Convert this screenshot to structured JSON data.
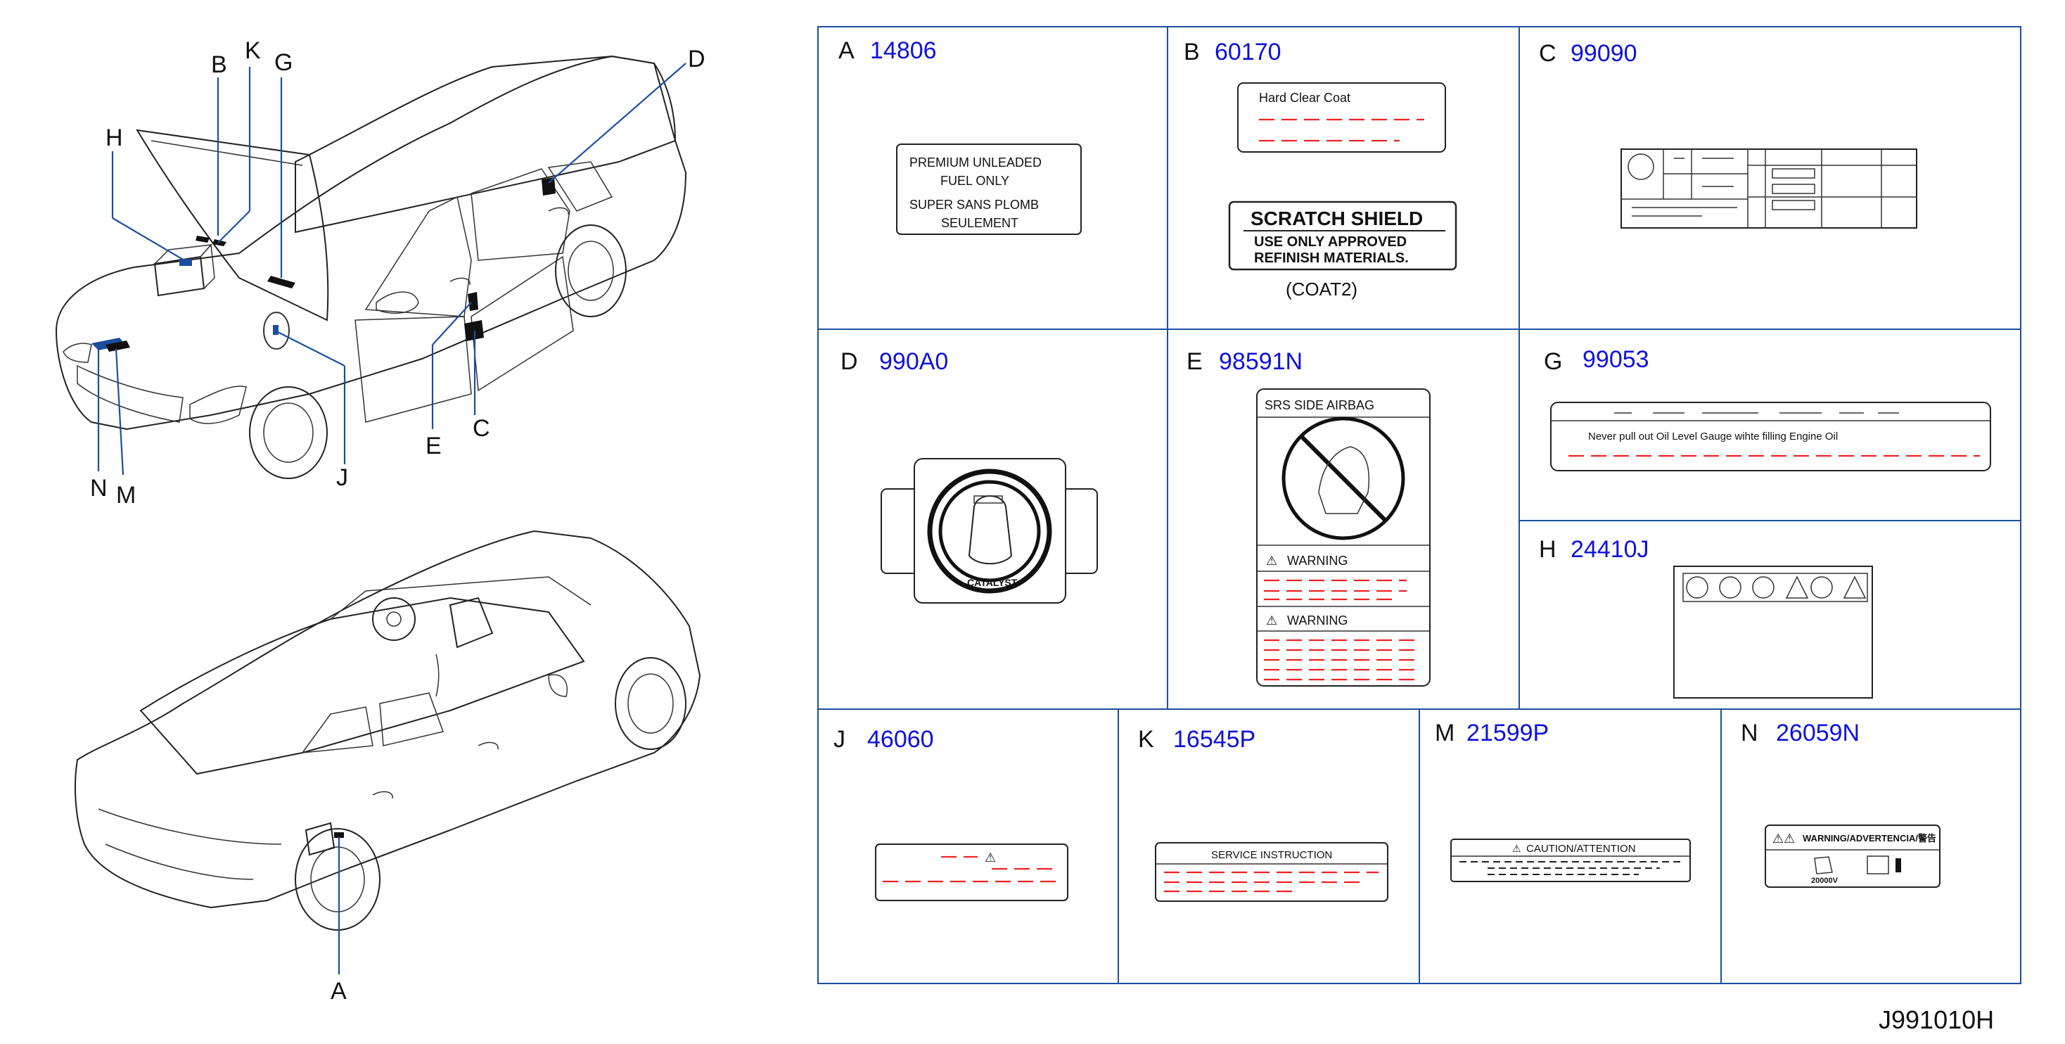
{
  "callouts": {
    "car_top": [
      "B",
      "K",
      "G",
      "D",
      "H",
      "N",
      "M",
      "J",
      "E",
      "C"
    ],
    "car_bottom": [
      "A"
    ]
  },
  "cells": [
    {
      "letter": "A",
      "part": "14806"
    },
    {
      "letter": "B",
      "part": "60170"
    },
    {
      "letter": "C",
      "part": "99090"
    },
    {
      "letter": "D",
      "part": "990A0"
    },
    {
      "letter": "E",
      "part": "98591N"
    },
    {
      "letter": "G",
      "part": "99053"
    },
    {
      "letter": "H",
      "part": "24410J"
    },
    {
      "letter": "J",
      "part": "46060"
    },
    {
      "letter": "K",
      "part": "16545P"
    },
    {
      "letter": "M",
      "part": "21599P"
    },
    {
      "letter": "N",
      "part": "26059N"
    }
  ],
  "label_a": {
    "line1": "PREMIUM    UNLEADED",
    "line2": "FUEL    ONLY",
    "line3": "SUPER    SANS    PLOMB",
    "line4": "SEULEMENT"
  },
  "label_b": {
    "header": "Hard    Clear    Coat",
    "title": "SCRATCH SHIELD",
    "line1": "USE ONLY APPROVED",
    "line2": "REFINISH MATERIALS.",
    "caption": "(COAT2)"
  },
  "label_d": {
    "text": "CATALYST"
  },
  "label_e": {
    "header": "SRS    SIDE    AIRBAG",
    "warning1": "WARNING",
    "warning2": "WARNING"
  },
  "label_g": {
    "words": "Never    pull    out    Oil    Level    Gauge    wihte    filling    Engine    Oil"
  },
  "label_k": {
    "title": "SERVICE    INSTRUCTION"
  },
  "label_m": {
    "title": "CAUTION/ATTENTION"
  },
  "label_n": {
    "title": "WARNING/ADVERTENCIA/警告",
    "voltage": "20000V"
  },
  "diagram_id": "J991010H",
  "colors": {
    "part_number": "#1010dd",
    "grid": "#1a4fa0",
    "leader": "#1a4fa0",
    "dash": "#e22222"
  }
}
